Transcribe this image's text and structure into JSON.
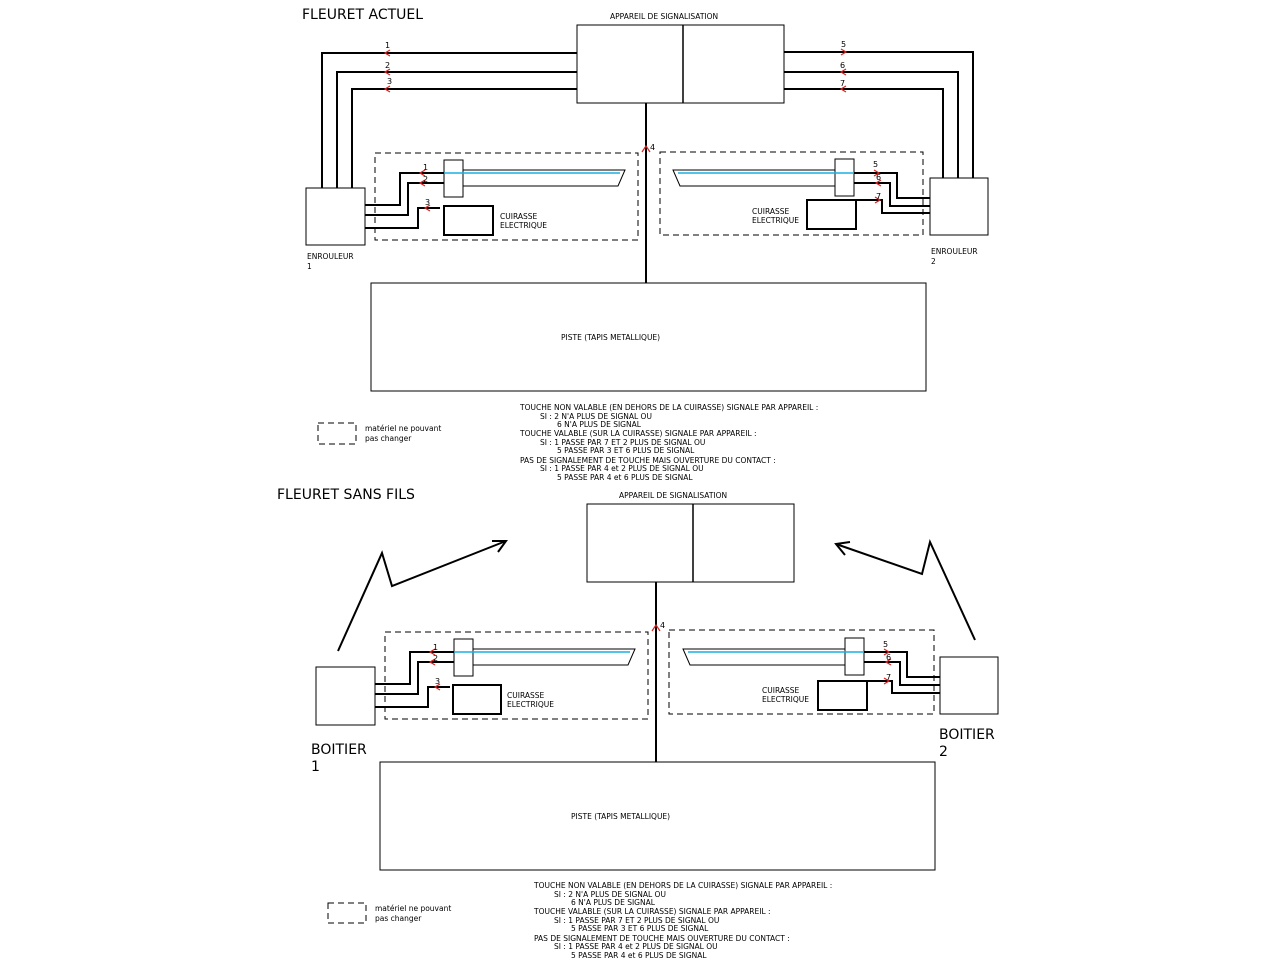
{
  "top": {
    "title": "FLEURET ACTUEL",
    "device_label": "APPAREIL DE SIGNALISATION",
    "reel1_label_line1": "ENROULEUR",
    "reel1_label_line2": "1",
    "reel2_label_line1": "ENROULEUR",
    "reel2_label_line2": "2",
    "cuirasse_left_line1": "CUIRASSE",
    "cuirasse_left_line2": "ELECTRIQUE",
    "cuirasse_right_line1": "CUIRASSE",
    "cuirasse_right_line2": "ELECTRIQUE",
    "piste_label": "PISTE (TAPIS METALLIQUE)",
    "legend_line1": "matériel ne pouvant",
    "legend_line2": "pas changer",
    "wire_numbers": {
      "n1": "1",
      "n2": "2",
      "n3": "3",
      "n4": "4",
      "n5": "5",
      "n6": "6",
      "n7": "7"
    },
    "notes": [
      "TOUCHE NON VALABLE (EN DEHORS DE LA CUIRASSE) SIGNALE PAR APPAREIL :",
      "SI : 2 N'A PLUS DE SIGNAL OU",
      "6 N'A PLUS DE SIGNAL",
      "TOUCHE VALABLE (SUR LA CUIRASSE) SIGNALE PAR APPAREIL :",
      "SI : 1 PASSE PAR 7 ET 2 PLUS DE SIGNAL OU",
      "5 PASSE PAR 3 ET 6 PLUS DE SIGNAL",
      "PAS DE SIGNALEMENT DE TOUCHE MAIS OUVERTURE DU CONTACT :",
      "SI : 1 PASSE PAR 4 et 2 PLUS DE SIGNAL OU",
      "5 PASSE PAR 4 et 6 PLUS DE SIGNAL"
    ]
  },
  "bottom": {
    "title": "FLEURET SANS FILS",
    "device_label": "APPAREIL DE SIGNALISATION",
    "box1_label_line1": "BOITIER",
    "box1_label_line2": "1",
    "box2_label_line1": "BOITIER",
    "box2_label_line2": "2",
    "cuirasse_left_line1": "CUIRASSE",
    "cuirasse_left_line2": "ELECTRIQUE",
    "cuirasse_right_line1": "CUIRASSE",
    "cuirasse_right_line2": "ELECTRIQUE",
    "piste_label": "PISTE (TAPIS METALLIQUE)",
    "legend_line1": "matériel ne pouvant",
    "legend_line2": "pas changer",
    "wire_numbers": {
      "n1": "1",
      "n2": "2",
      "n3": "3",
      "n4": "4",
      "n5": "5",
      "n6": "6",
      "n7": "7"
    },
    "notes": [
      "TOUCHE NON VALABLE (EN DEHORS DE LA CUIRASSE) SIGNALE PAR APPAREIL :",
      "SI : 2 N'A PLUS DE SIGNAL OU",
      "6 N'A PLUS DE SIGNAL",
      "TOUCHE VALABLE (SUR LA CUIRASSE) SIGNALE PAR APPAREIL :",
      "SI : 1 PASSE PAR 7 ET 2 PLUS DE SIGNAL OU",
      "5 PASSE PAR 3 ET 6 PLUS DE SIGNAL",
      "PAS DE SIGNALEMENT DE TOUCHE MAIS OUVERTURE DU CONTACT :",
      "SI : 1 PASSE PAR 4 et 2 PLUS DE SIGNAL OU",
      "5 PASSE PAR 4 et 6 PLUS DE SIGNAL"
    ]
  },
  "colors": {
    "wire": "#000000",
    "blade_conductor": "#1ab0e0",
    "arrow": "#e02020",
    "background": "#ffffff"
  }
}
